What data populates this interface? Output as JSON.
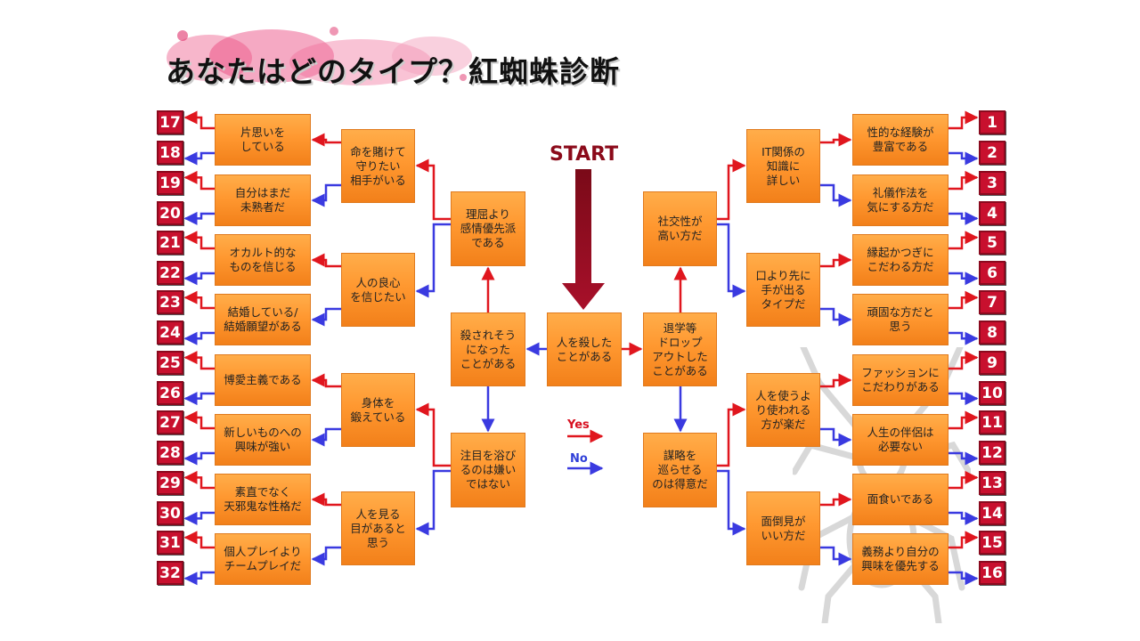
{
  "title": "あなたはどのタイプ？紅蜘蛛診断",
  "start_label": "START",
  "legend": {
    "yes": "Yes",
    "no": "No"
  },
  "colors": {
    "yes": "#e0161e",
    "no": "#3a3ae0",
    "box": "#ff9830",
    "number_tag": "#c8102e"
  },
  "center": {
    "start_question": "人を殺した\nことがある",
    "yes_question": "退学等\nドロップ\nアウトした\nことがある",
    "no_question": "殺されそう\nになった\nことがある"
  },
  "left": {
    "level1": [
      "理屈より\n感情優先派\nである",
      "注目を浴び\nるのは嫌い\nではない"
    ],
    "level2": [
      "命を賭けて\n守りたい\n相手がいる",
      "人の良心\nを信じたい",
      "身体を\n鍛えている",
      "人を見る\n目があると\n思う"
    ],
    "level3": [
      "片思いを\nしている",
      "自分はまだ\n未熟者だ",
      "オカルト的な\nものを信じる",
      "結婚している/\n結婚願望がある",
      "博愛主義である",
      "新しいものへの\n興味が強い",
      "素直でなく\n天邪鬼な性格だ",
      "個人プレイより\nチームプレイだ"
    ],
    "results": [
      "17",
      "18",
      "19",
      "20",
      "21",
      "22",
      "23",
      "24",
      "25",
      "26",
      "27",
      "28",
      "29",
      "30",
      "31",
      "32"
    ]
  },
  "right": {
    "level1": [
      "社交性が\n高い方だ",
      "謀略を\n巡らせる\nのは得意だ"
    ],
    "level2": [
      "IT関係の\n知識に\n詳しい",
      "口より先に\n手が出る\nタイプだ",
      "人を使うよ\nり使われる\n方が楽だ",
      "面倒見が\nいい方だ"
    ],
    "level3": [
      "性的な経験が\n豊富である",
      "礼儀作法を\n気にする方だ",
      "縁起かつぎに\nこだわる方だ",
      "頑固な方だと\n思う",
      "ファッションに\nこだわりがある",
      "人生の伴侶は\n必要ない",
      "面食いである",
      "義務より自分の\n興味を優先する"
    ],
    "results": [
      "1",
      "2",
      "3",
      "4",
      "5",
      "6",
      "7",
      "8",
      "9",
      "10",
      "11",
      "12",
      "13",
      "14",
      "15",
      "16"
    ]
  }
}
